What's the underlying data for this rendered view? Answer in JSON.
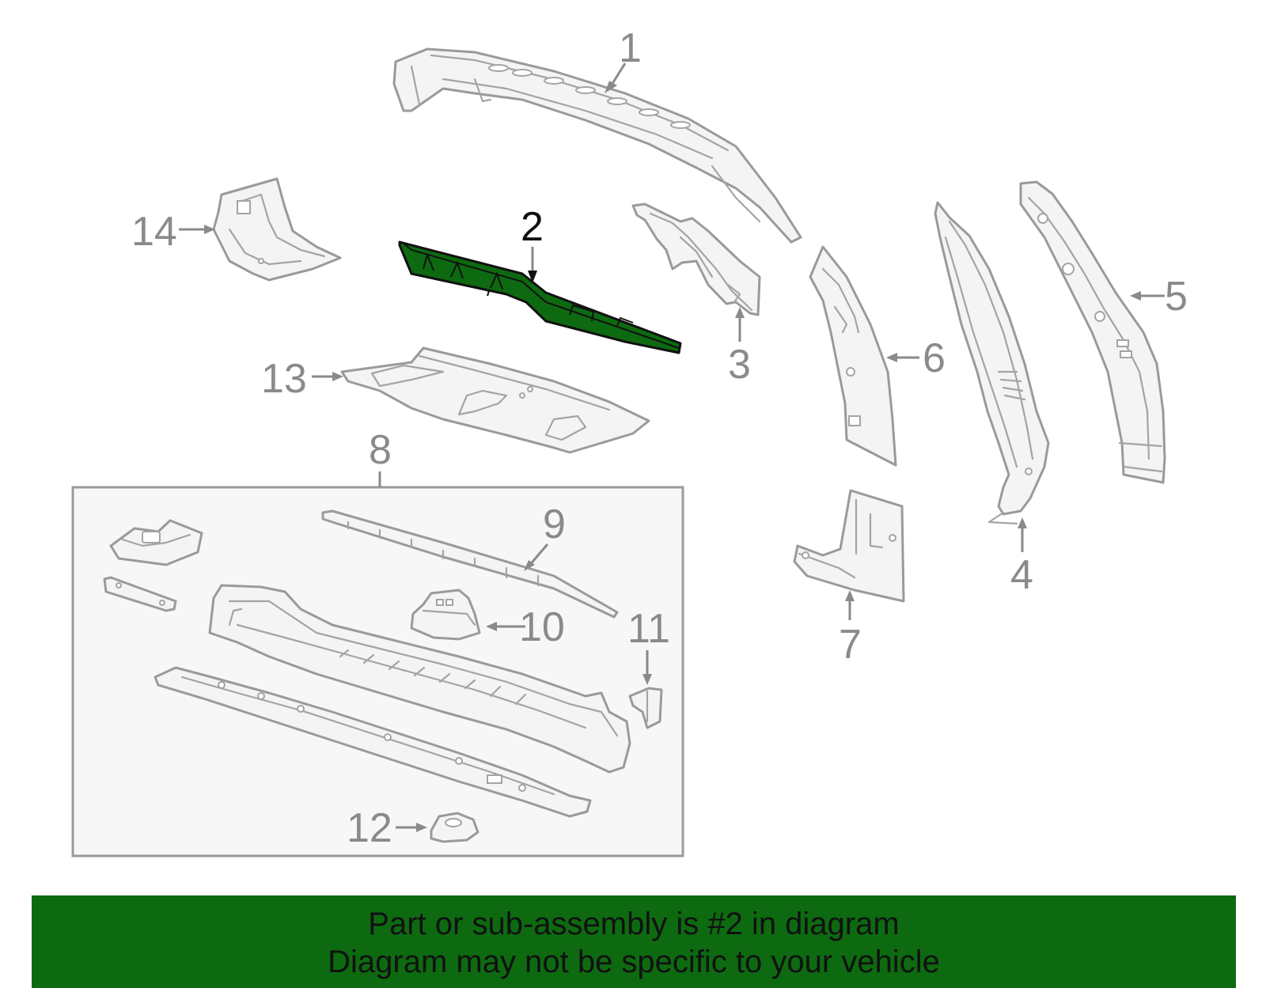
{
  "diagram": {
    "callouts": [
      {
        "id": "1",
        "label": "1"
      },
      {
        "id": "2",
        "label": "2"
      },
      {
        "id": "3",
        "label": "3"
      },
      {
        "id": "4",
        "label": "4"
      },
      {
        "id": "5",
        "label": "5"
      },
      {
        "id": "6",
        "label": "6"
      },
      {
        "id": "7",
        "label": "7"
      },
      {
        "id": "8",
        "label": "8"
      },
      {
        "id": "9",
        "label": "9"
      },
      {
        "id": "10",
        "label": "10"
      },
      {
        "id": "11",
        "label": "11"
      },
      {
        "id": "12",
        "label": "12"
      },
      {
        "id": "13",
        "label": "13"
      },
      {
        "id": "14",
        "label": "14"
      }
    ],
    "highlighted_part": "2",
    "colors": {
      "highlight_fill": "#0d6a10",
      "part_stroke": "#9a9a9a",
      "callout_text": "#8a8a8a",
      "banner_bg": "#0d6a10"
    }
  },
  "banner": {
    "line1": "Part or sub-assembly is #2 in diagram",
    "line2": "Diagram may not be specific to your vehicle"
  }
}
